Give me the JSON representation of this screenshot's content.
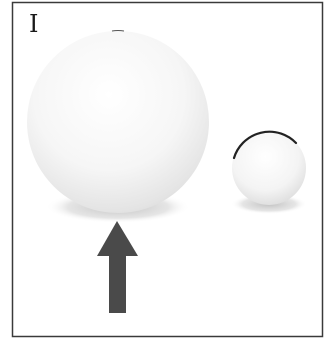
{
  "figure": {
    "panel_label": "I",
    "colors": {
      "frame": "#3a3a3a",
      "sphere_highlight": "#ffffff",
      "sphere_shade": "#dcdcdc",
      "shadow": "#c8c8c8",
      "arrow": "#4a4a4a",
      "rim": "#222222"
    },
    "objects": [
      {
        "name": "large-sphere",
        "kind": "sphere",
        "relative_size": "large"
      },
      {
        "name": "small-sphere",
        "kind": "sphere",
        "relative_size": "small"
      },
      {
        "name": "arrow",
        "kind": "arrow",
        "direction": "up",
        "points_to": "large-sphere"
      }
    ]
  }
}
